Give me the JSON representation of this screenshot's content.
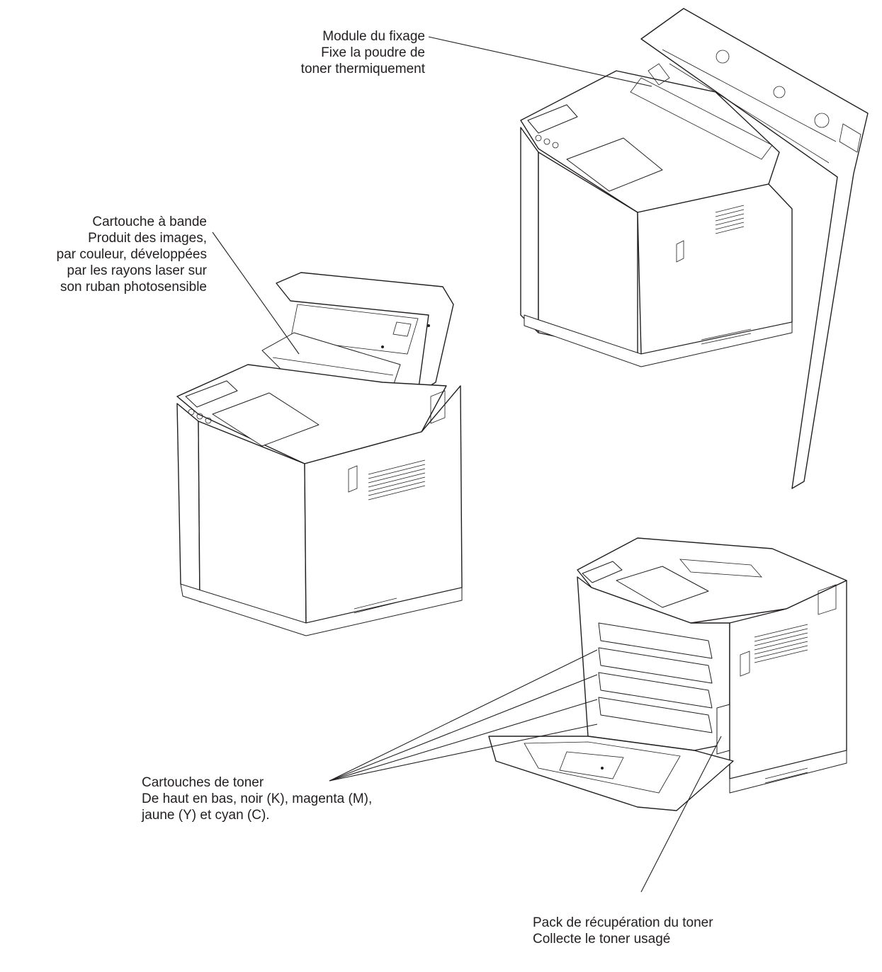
{
  "labels": {
    "fuser": {
      "title": "Module du fixage",
      "line2": "Fixe la poudre de",
      "line3": "toner thermiquement"
    },
    "belt": {
      "title": "Cartouche à bande",
      "line2": "Produit des images,",
      "line3": "par couleur, développées",
      "line4": "par les rayons laser sur",
      "line5": "son ruban photosensible"
    },
    "toner": {
      "title": "Cartouches de toner",
      "line2": "De haut en bas, noir (K), magenta (M),",
      "line3": "jaune (Y) et cyan (C)."
    },
    "waste": {
      "title": "Pack de récupération du toner",
      "line2": "Collecte le toner usagé"
    }
  }
}
